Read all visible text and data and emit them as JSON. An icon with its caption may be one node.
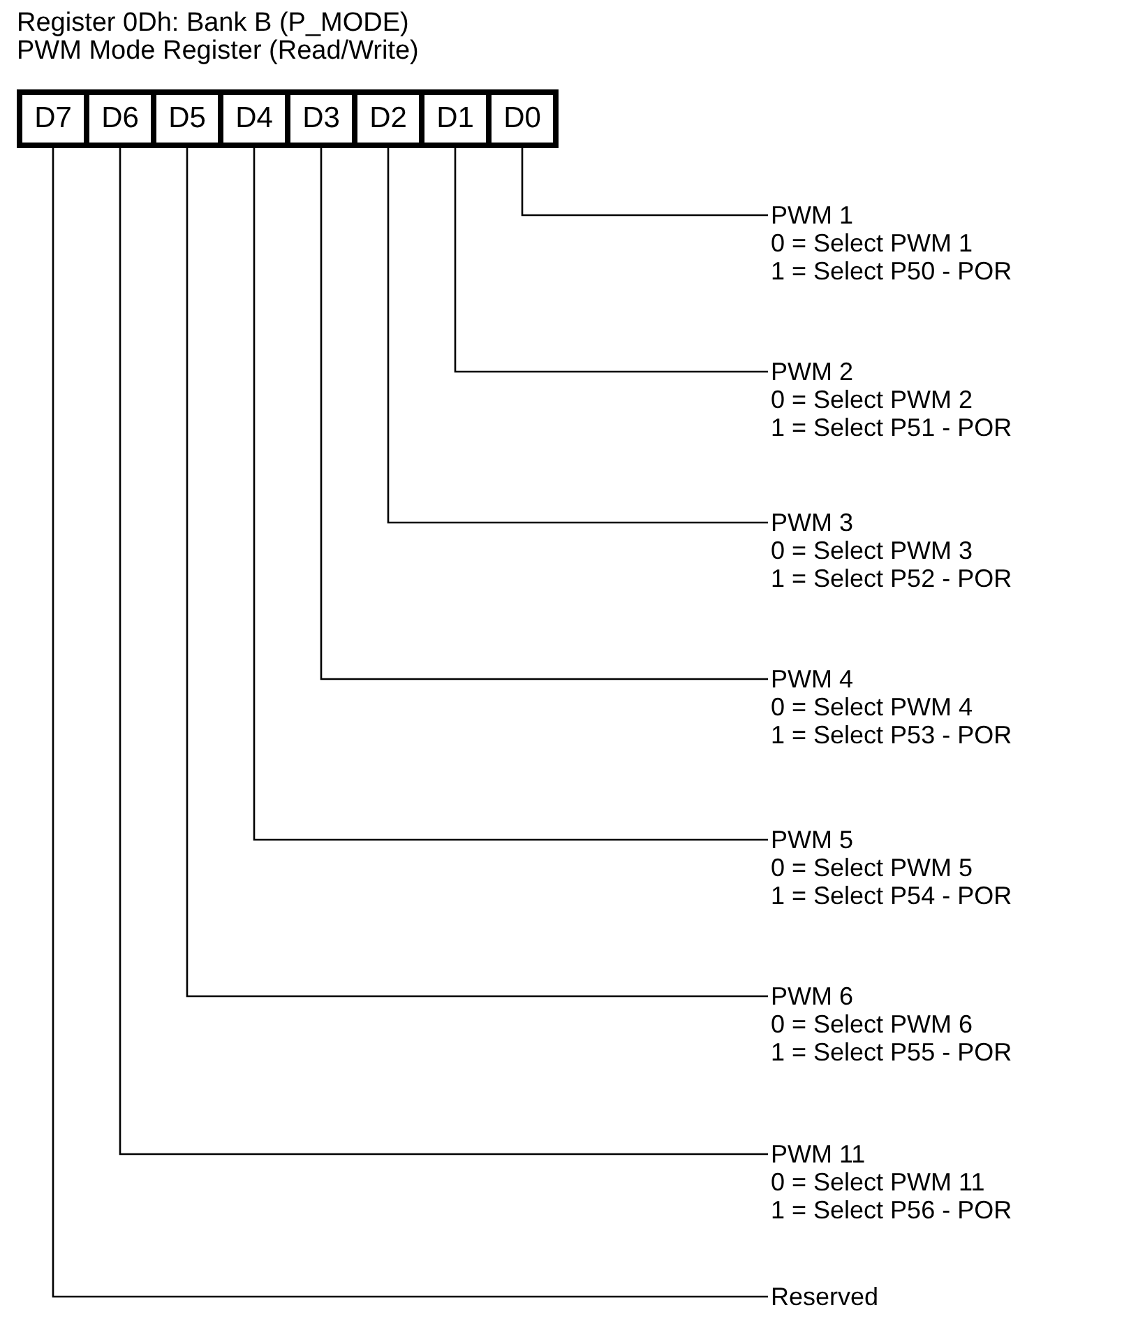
{
  "diagram": {
    "title": "Register 0Dh: Bank B (P_MODE)",
    "nodes": [
      {
        "text": [
          "D7"
        ]
      },
      {
        "text": [
          "D6"
        ]
      },
      {
        "text": [
          "D5"
        ]
      },
      {
        "text": [
          "D4"
        ]
      },
      {
        "text": [
          "D3"
        ]
      },
      {
        "text": [
          "D2"
        ]
      },
      {
        "text": [
          "D1"
        ]
      },
      {
        "text": [
          "D0"
        ]
      },
      {
        "text": [
          "PWM 1",
          "0 = Select PWM 1",
          "1 = Select P50 - POR"
        ]
      },
      {
        "text": [
          "PWM 2",
          "0 = Select PWM 2",
          "1 = Select P51 - POR"
        ]
      },
      {
        "text": [
          "PWM 3",
          "0 = Select PWM 3",
          "1 = Select P52 - POR"
        ]
      },
      {
        "text": [
          "PWM 4",
          "0 = Select PWM 4",
          "1 = Select P53 - POR"
        ]
      },
      {
        "text": [
          "PWM 5",
          "0 = Select PWM 5",
          "1 = Select P54 - POR"
        ]
      },
      {
        "text": [
          "PWM 6",
          "0 = Select PWM 6",
          "1 = Select P55 - POR"
        ]
      },
      {
        "text": [
          "PWM 11",
          "0 = Select PWM 11",
          "1 = Select P56 - POR"
        ]
      },
      {
        "text": [
          "Reserved"
        ]
      }
    ],
    "edges": [
      {
        "from": 7,
        "to": 8,
        "arrow": "none"
      },
      {
        "from": 6,
        "to": 9,
        "arrow": "none"
      },
      {
        "from": 5,
        "to": 10,
        "arrow": "none"
      },
      {
        "from": 4,
        "to": 11,
        "arrow": "none"
      },
      {
        "from": 3,
        "to": 12,
        "arrow": "none"
      },
      {
        "from": 2,
        "to": 13,
        "arrow": "none"
      },
      {
        "from": 1,
        "to": 14,
        "arrow": "none"
      },
      {
        "from": 0,
        "to": 15,
        "arrow": "none"
      }
    ],
    "labels": [
      "PWM Mode Register (Read/Write)"
    ]
  }
}
